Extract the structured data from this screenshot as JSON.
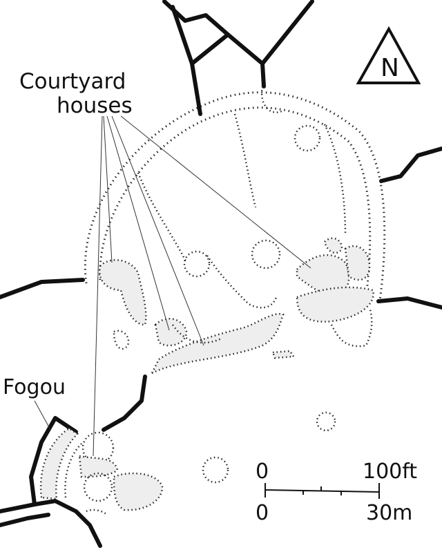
{
  "labels": {
    "courtyard_line1": "Courtyard",
    "courtyard_line2": "houses",
    "fogou": "Fogou"
  },
  "north_arrow": {
    "letter": "N"
  },
  "scale_bar": {
    "zero_ft": "0",
    "ft_label": "100ft",
    "zero_m": "0",
    "m_label": "30m"
  }
}
